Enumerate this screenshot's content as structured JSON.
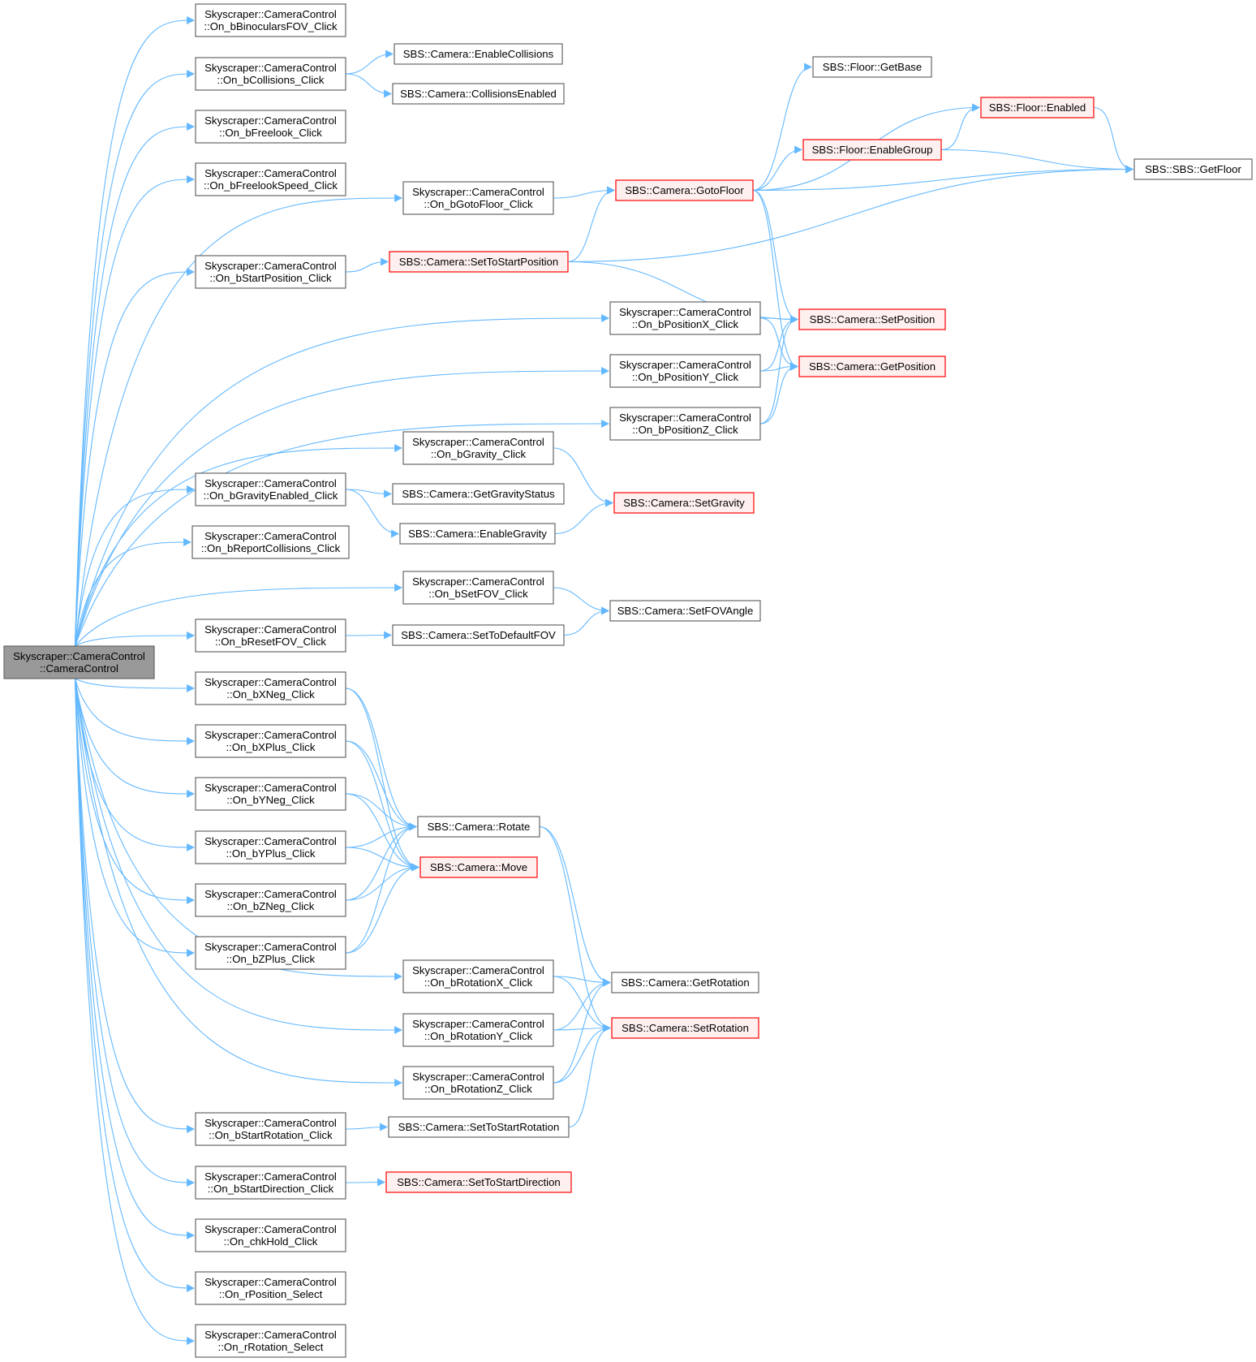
{
  "nodes": [
    {
      "id": "root",
      "lines": [
        "Skyscraper::CameraControl",
        "::CameraControl"
      ],
      "kind": "root"
    },
    {
      "id": "n1",
      "lines": [
        "Skyscraper::CameraControl",
        "::On_bBinocularsFOV_Click"
      ]
    },
    {
      "id": "n2",
      "lines": [
        "Skyscraper::CameraControl",
        "::On_bCollisions_Click"
      ]
    },
    {
      "id": "n3",
      "lines": [
        "Skyscraper::CameraControl",
        "::On_bFreelook_Click"
      ]
    },
    {
      "id": "n4",
      "lines": [
        "Skyscraper::CameraControl",
        "::On_bFreelookSpeed_Click"
      ]
    },
    {
      "id": "n5",
      "lines": [
        "Skyscraper::CameraControl",
        "::On_bStartPosition_Click"
      ]
    },
    {
      "id": "n6",
      "lines": [
        "Skyscraper::CameraControl",
        "::On_bGravityEnabled_Click"
      ]
    },
    {
      "id": "n7",
      "lines": [
        "Skyscraper::CameraControl",
        "::On_bReportCollisions_Click"
      ]
    },
    {
      "id": "n8",
      "lines": [
        "Skyscraper::CameraControl",
        "::On_bResetFOV_Click"
      ]
    },
    {
      "id": "n9",
      "lines": [
        "Skyscraper::CameraControl",
        "::On_bXNeg_Click"
      ]
    },
    {
      "id": "n10",
      "lines": [
        "Skyscraper::CameraControl",
        "::On_bXPlus_Click"
      ]
    },
    {
      "id": "n11",
      "lines": [
        "Skyscraper::CameraControl",
        "::On_bYNeg_Click"
      ]
    },
    {
      "id": "n12",
      "lines": [
        "Skyscraper::CameraControl",
        "::On_bYPlus_Click"
      ]
    },
    {
      "id": "n13",
      "lines": [
        "Skyscraper::CameraControl",
        "::On_bZNeg_Click"
      ]
    },
    {
      "id": "n14",
      "lines": [
        "Skyscraper::CameraControl",
        "::On_bZPlus_Click"
      ]
    },
    {
      "id": "n15",
      "lines": [
        "Skyscraper::CameraControl",
        "::On_bStartRotation_Click"
      ]
    },
    {
      "id": "n16",
      "lines": [
        "Skyscraper::CameraControl",
        "::On_bStartDirection_Click"
      ]
    },
    {
      "id": "n17",
      "lines": [
        "Skyscraper::CameraControl",
        "::On_chkHold_Click"
      ]
    },
    {
      "id": "n18",
      "lines": [
        "Skyscraper::CameraControl",
        "::On_rPosition_Select"
      ]
    },
    {
      "id": "n19",
      "lines": [
        "Skyscraper::CameraControl",
        "::On_rRotation_Select"
      ]
    },
    {
      "id": "m1",
      "lines": [
        "SBS::Camera::EnableCollisions"
      ]
    },
    {
      "id": "m2",
      "lines": [
        "SBS::Camera::CollisionsEnabled"
      ]
    },
    {
      "id": "m3",
      "lines": [
        "Skyscraper::CameraControl",
        "::On_bGotoFloor_Click"
      ]
    },
    {
      "id": "m4",
      "lines": [
        "SBS::Camera::SetToStartPosition"
      ],
      "kind": "red"
    },
    {
      "id": "m5",
      "lines": [
        "Skyscraper::CameraControl",
        "::On_bGravity_Click"
      ]
    },
    {
      "id": "m6",
      "lines": [
        "SBS::Camera::GetGravityStatus"
      ]
    },
    {
      "id": "m7",
      "lines": [
        "SBS::Camera::EnableGravity"
      ]
    },
    {
      "id": "m8",
      "lines": [
        "Skyscraper::CameraControl",
        "::On_bSetFOV_Click"
      ]
    },
    {
      "id": "m9",
      "lines": [
        "SBS::Camera::SetToDefaultFOV"
      ]
    },
    {
      "id": "m10",
      "lines": [
        "SBS::Camera::Rotate"
      ]
    },
    {
      "id": "m11",
      "lines": [
        "SBS::Camera::Move"
      ],
      "kind": "red"
    },
    {
      "id": "m12",
      "lines": [
        "Skyscraper::CameraControl",
        "::On_bRotationX_Click"
      ]
    },
    {
      "id": "m13",
      "lines": [
        "Skyscraper::CameraControl",
        "::On_bRotationY_Click"
      ]
    },
    {
      "id": "m14",
      "lines": [
        "Skyscraper::CameraControl",
        "::On_bRotationZ_Click"
      ]
    },
    {
      "id": "m15",
      "lines": [
        "SBS::Camera::SetToStartRotation"
      ]
    },
    {
      "id": "m16",
      "lines": [
        "SBS::Camera::SetToStartDirection"
      ],
      "kind": "red"
    },
    {
      "id": "p1",
      "lines": [
        "SBS::Camera::GotoFloor"
      ],
      "kind": "red"
    },
    {
      "id": "p2",
      "lines": [
        "Skyscraper::CameraControl",
        "::On_bPositionX_Click"
      ]
    },
    {
      "id": "p3",
      "lines": [
        "Skyscraper::CameraControl",
        "::On_bPositionY_Click"
      ]
    },
    {
      "id": "p4",
      "lines": [
        "Skyscraper::CameraControl",
        "::On_bPositionZ_Click"
      ]
    },
    {
      "id": "p5",
      "lines": [
        "SBS::Camera::SetGravity"
      ],
      "kind": "red"
    },
    {
      "id": "p6",
      "lines": [
        "SBS::Camera::SetFOVAngle"
      ]
    },
    {
      "id": "p7",
      "lines": [
        "SBS::Camera::GetRotation"
      ]
    },
    {
      "id": "p8",
      "lines": [
        "SBS::Camera::SetRotation"
      ],
      "kind": "red"
    },
    {
      "id": "q1",
      "lines": [
        "SBS::Floor::GetBase"
      ]
    },
    {
      "id": "q2",
      "lines": [
        "SBS::Floor::EnableGroup"
      ],
      "kind": "red"
    },
    {
      "id": "q3",
      "lines": [
        "SBS::Camera::SetPosition"
      ],
      "kind": "red"
    },
    {
      "id": "q4",
      "lines": [
        "SBS::Camera::GetPosition"
      ],
      "kind": "red"
    },
    {
      "id": "r1",
      "lines": [
        "SBS::Floor::Enabled"
      ],
      "kind": "red"
    },
    {
      "id": "r2",
      "lines": [
        "SBS::SBS::GetFloor"
      ]
    }
  ],
  "edges": [
    [
      "root",
      "n1"
    ],
    [
      "root",
      "n2"
    ],
    [
      "root",
      "n3"
    ],
    [
      "root",
      "n4"
    ],
    [
      "root",
      "m3"
    ],
    [
      "root",
      "n5"
    ],
    [
      "root",
      "p2"
    ],
    [
      "root",
      "p3"
    ],
    [
      "root",
      "p4"
    ],
    [
      "root",
      "m5"
    ],
    [
      "root",
      "n6"
    ],
    [
      "root",
      "n7"
    ],
    [
      "root",
      "m8"
    ],
    [
      "root",
      "n8"
    ],
    [
      "root",
      "n9"
    ],
    [
      "root",
      "n10"
    ],
    [
      "root",
      "n11"
    ],
    [
      "root",
      "n12"
    ],
    [
      "root",
      "n13"
    ],
    [
      "root",
      "n14"
    ],
    [
      "root",
      "m12"
    ],
    [
      "root",
      "m13"
    ],
    [
      "root",
      "m14"
    ],
    [
      "root",
      "n15"
    ],
    [
      "root",
      "n16"
    ],
    [
      "root",
      "n17"
    ],
    [
      "root",
      "n18"
    ],
    [
      "root",
      "n19"
    ],
    [
      "n2",
      "m1"
    ],
    [
      "n2",
      "m2"
    ],
    [
      "m3",
      "p1"
    ],
    [
      "n5",
      "m4"
    ],
    [
      "m4",
      "p1"
    ],
    [
      "m4",
      "q3"
    ],
    [
      "m4",
      "r2"
    ],
    [
      "p1",
      "q1"
    ],
    [
      "p1",
      "r1"
    ],
    [
      "p1",
      "q2"
    ],
    [
      "p1",
      "r2"
    ],
    [
      "p1",
      "q3"
    ],
    [
      "p1",
      "q4"
    ],
    [
      "q2",
      "r1"
    ],
    [
      "q2",
      "r2"
    ],
    [
      "r1",
      "r2"
    ],
    [
      "p2",
      "q3"
    ],
    [
      "p2",
      "q4"
    ],
    [
      "p3",
      "q3"
    ],
    [
      "p3",
      "q4"
    ],
    [
      "p4",
      "q3"
    ],
    [
      "p4",
      "q4"
    ],
    [
      "m5",
      "p5"
    ],
    [
      "n6",
      "m6"
    ],
    [
      "n6",
      "m7"
    ],
    [
      "m7",
      "p5"
    ],
    [
      "m8",
      "p6"
    ],
    [
      "n8",
      "m9"
    ],
    [
      "m9",
      "p6"
    ],
    [
      "n9",
      "m10"
    ],
    [
      "n9",
      "m11"
    ],
    [
      "n10",
      "m10"
    ],
    [
      "n10",
      "m11"
    ],
    [
      "n11",
      "m10"
    ],
    [
      "n11",
      "m11"
    ],
    [
      "n12",
      "m10"
    ],
    [
      "n12",
      "m11"
    ],
    [
      "n13",
      "m10"
    ],
    [
      "n13",
      "m11"
    ],
    [
      "n14",
      "m10"
    ],
    [
      "n14",
      "m11"
    ],
    [
      "m10",
      "p7"
    ],
    [
      "m10",
      "p8"
    ],
    [
      "m12",
      "p7"
    ],
    [
      "m12",
      "p8"
    ],
    [
      "m13",
      "p7"
    ],
    [
      "m13",
      "p8"
    ],
    [
      "m14",
      "p7"
    ],
    [
      "m14",
      "p8"
    ],
    [
      "n15",
      "m15"
    ],
    [
      "m15",
      "p8"
    ],
    [
      "n16",
      "m16"
    ]
  ]
}
